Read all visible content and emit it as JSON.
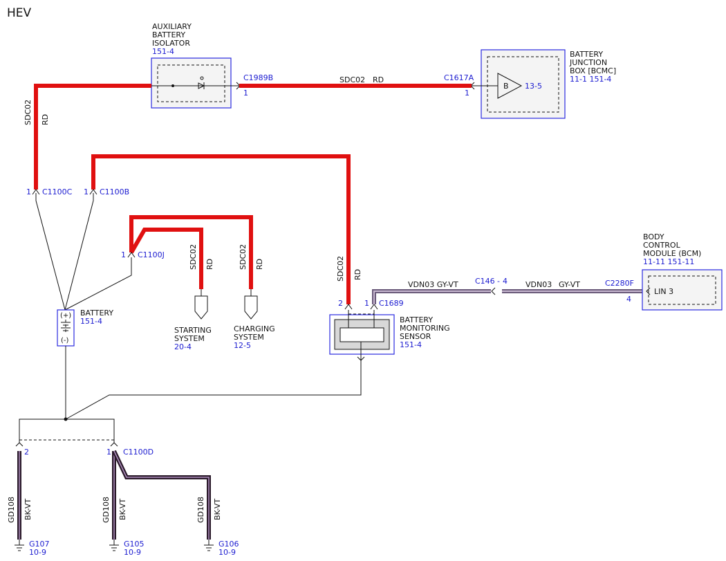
{
  "title": "HEV",
  "colors": {
    "wire_rd": "#e01010",
    "wire_gyvt": "#8a7a9a",
    "wire_bkvt": "#2a1a2a",
    "label_blue": "#1a1ad0",
    "component_border": "#2a2ae0"
  },
  "components": {
    "isolator": {
      "l1": "AUXILIARY",
      "l2": "BATTERY",
      "l3": "ISOLATOR",
      "ref": "151-4"
    },
    "junction": {
      "l1": "BATTERY",
      "l2": "JUNCTION",
      "l3": "BOX [BCMC]",
      "ref": "11-1  151-4",
      "symbol": "B",
      "pin": "13-5"
    },
    "battery": {
      "name": "BATTERY",
      "ref": "151-4",
      "plus": "(+)",
      "minus": "(-)"
    },
    "starting": {
      "l1": "STARTING",
      "l2": "SYSTEM",
      "ref": "20-4"
    },
    "charging": {
      "l1": "CHARGING",
      "l2": "SYSTEM",
      "ref": "12-5"
    },
    "bms": {
      "l1": "BATTERY",
      "l2": "MONITORING",
      "l3": "SENSOR",
      "ref": "151-4"
    },
    "bcm": {
      "l1": "BODY",
      "l2": "CONTROL",
      "l3": "MODULE (BCM)",
      "ref": "11-11  151-11",
      "pin_label": "LIN 3"
    }
  },
  "connectors": {
    "c1989b": {
      "name": "C1989B",
      "pin": "1"
    },
    "c1617a": {
      "name": "C1617A",
      "pin": "1"
    },
    "c1100c": {
      "name": "C1100C",
      "pin": "1"
    },
    "c1100b": {
      "name": "C1100B",
      "pin": "1"
    },
    "c1100j": {
      "name": "C1100J",
      "pin": "1"
    },
    "c1689": {
      "name": "C1689",
      "pin_a": "2",
      "pin_b": "1"
    },
    "c146": {
      "name": "C146",
      "pin": "4"
    },
    "c2280f": {
      "name": "C2280F",
      "pin": "4"
    },
    "c1100d": {
      "name": "C1100D",
      "pin_a": "2",
      "pin_b": "1"
    }
  },
  "wires": {
    "top": {
      "circuit": "SDC02",
      "color": "RD"
    },
    "left": {
      "circuit": "SDC02",
      "color": "RD"
    },
    "starting": {
      "circuit": "SDC02",
      "color": "RD"
    },
    "charging": {
      "circuit": "SDC02",
      "color": "RD"
    },
    "bms": {
      "circuit": "SDC02",
      "color": "RD"
    },
    "lin_left": {
      "text": "VDN03  GY-VT"
    },
    "lin_right": {
      "circuit": "VDN03",
      "color": "GY-VT"
    },
    "gnd1": {
      "circuit": "GD108",
      "color": "BK-VT"
    },
    "gnd2": {
      "circuit": "GD108",
      "color": "BK-VT"
    },
    "gnd3": {
      "circuit": "GD108",
      "color": "BK-VT"
    }
  },
  "grounds": {
    "g107": {
      "name": "G107",
      "ref": "10-9"
    },
    "g105": {
      "name": "G105",
      "ref": "10-9"
    },
    "g106": {
      "name": "G106",
      "ref": "10-9"
    }
  }
}
